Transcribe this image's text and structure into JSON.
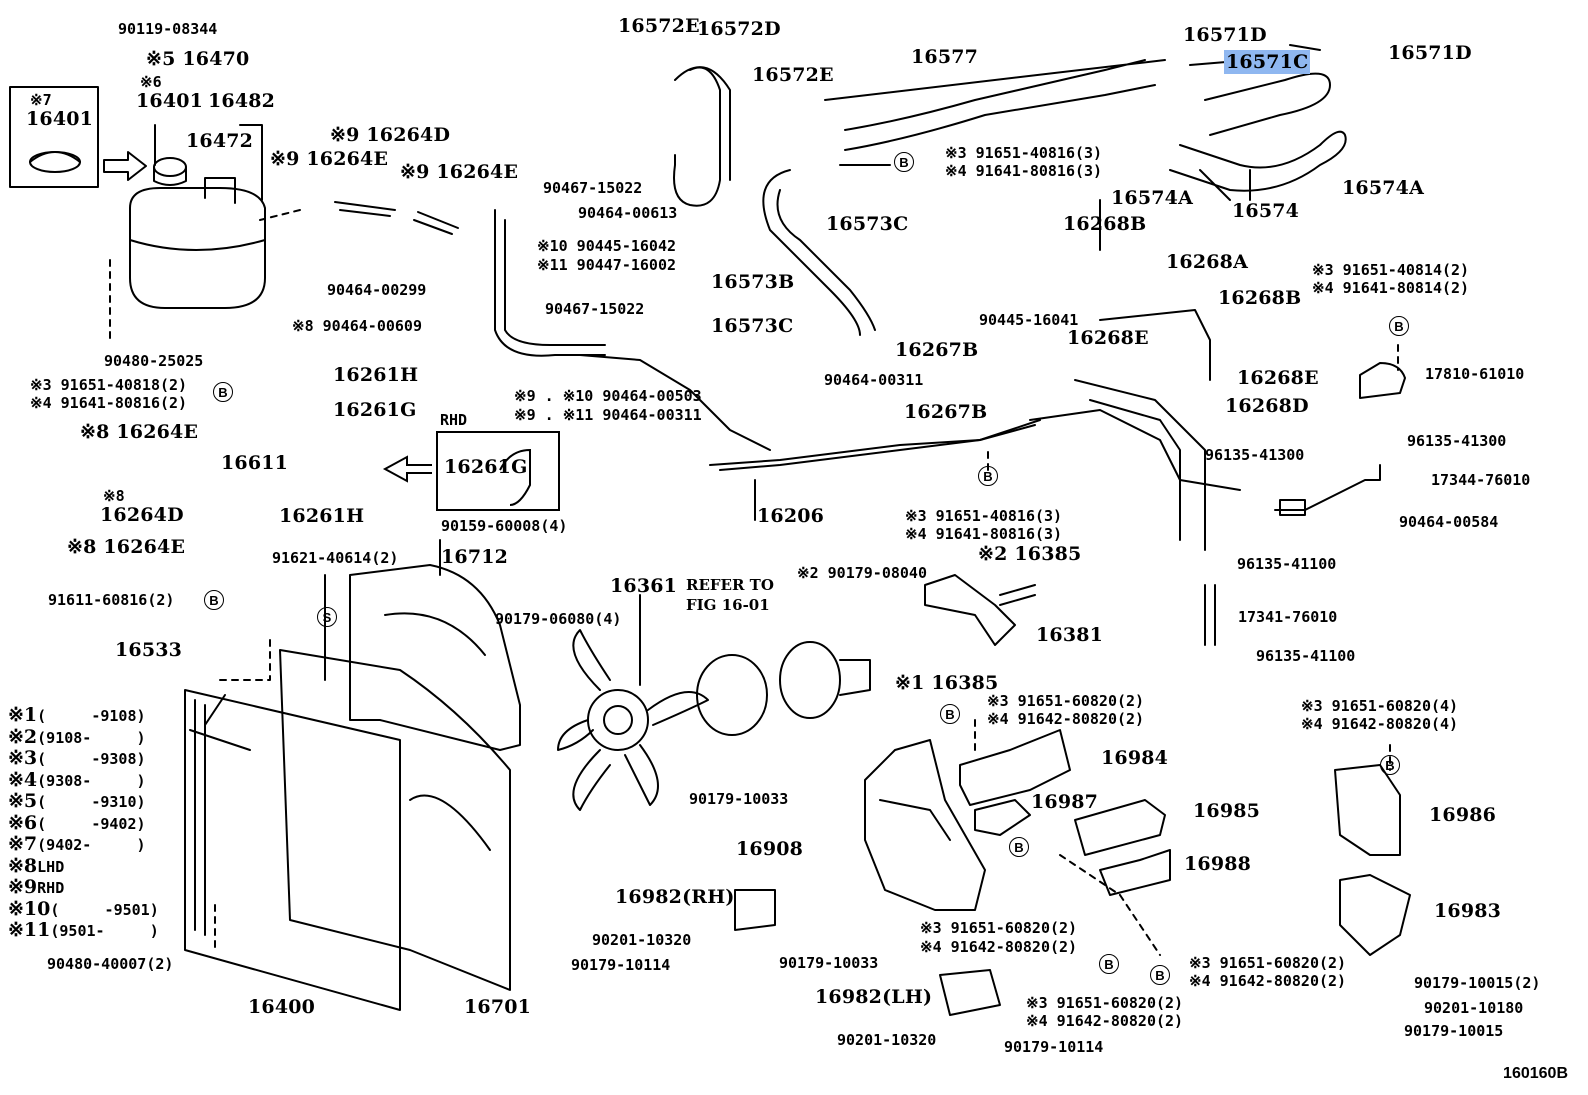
{
  "figure_code": "160160B",
  "callouts": [
    {
      "id": "c1",
      "text": "90119-08344"
    },
    {
      "id": "c2",
      "text": "※5 16470"
    },
    {
      "id": "c3",
      "text": "※6"
    },
    {
      "id": "c4",
      "text": "16401"
    },
    {
      "id": "c5",
      "text": "16482"
    },
    {
      "id": "c6",
      "text": "※7"
    },
    {
      "id": "c7",
      "text": "16401"
    },
    {
      "id": "c8",
      "text": "16472"
    },
    {
      "id": "c9",
      "text": "※9 16264D"
    },
    {
      "id": "c10",
      "text": "※9 16264E"
    },
    {
      "id": "c11",
      "text": "※9 16264E"
    },
    {
      "id": "c12",
      "text": "90467-15022"
    },
    {
      "id": "c13",
      "text": "90464-00613"
    },
    {
      "id": "c14",
      "text": "※10 90445-16042"
    },
    {
      "id": "c15",
      "text": "※11 90447-16002"
    },
    {
      "id": "c16",
      "text": "90464-00299"
    },
    {
      "id": "c17",
      "text": "90467-15022"
    },
    {
      "id": "c18",
      "text": "※8 90464-00609"
    },
    {
      "id": "c19",
      "text": "90480-25025"
    },
    {
      "id": "c20",
      "text": "※3 91651-40818(2)"
    },
    {
      "id": "c21",
      "text": "※4 91641-80816(2)"
    },
    {
      "id": "c22",
      "text": "16261H"
    },
    {
      "id": "c23",
      "text": "16261G"
    },
    {
      "id": "c24",
      "text": "※9 . ※10 90464-00503"
    },
    {
      "id": "c25",
      "text": "※9 . ※11 90464-00311"
    },
    {
      "id": "c26",
      "text": "※8 16264E"
    },
    {
      "id": "c27",
      "text": "16611"
    },
    {
      "id": "c28",
      "text": "RHD"
    },
    {
      "id": "c29",
      "text": "16261G"
    },
    {
      "id": "c30",
      "text": "16261H"
    },
    {
      "id": "c31",
      "text": "※8"
    },
    {
      "id": "c32",
      "text": "16264D"
    },
    {
      "id": "c33",
      "text": "※8 16264E"
    },
    {
      "id": "c34",
      "text": "91611-60816(2)"
    },
    {
      "id": "c35",
      "text": "90159-60008(4)"
    },
    {
      "id": "c36",
      "text": "91621-40614(2)"
    },
    {
      "id": "c37",
      "text": "16712"
    },
    {
      "id": "c38",
      "text": "16533"
    },
    {
      "id": "c39",
      "text": "16572E"
    },
    {
      "id": "c40",
      "text": "16572D"
    },
    {
      "id": "c41",
      "text": "16572E"
    },
    {
      "id": "c42",
      "text": "16577"
    },
    {
      "id": "c43",
      "text": "16571D"
    },
    {
      "id": "c44",
      "text": "16571C"
    },
    {
      "id": "c45",
      "text": "16571D"
    },
    {
      "id": "c46",
      "text": "※3 91651-40816(3)"
    },
    {
      "id": "c47",
      "text": "※4 91641-80816(3)"
    },
    {
      "id": "c48",
      "text": "16574A"
    },
    {
      "id": "c49",
      "text": "16574"
    },
    {
      "id": "c50",
      "text": "16574A"
    },
    {
      "id": "c51",
      "text": "16573C"
    },
    {
      "id": "c52",
      "text": "16268B"
    },
    {
      "id": "c53",
      "text": "16268A"
    },
    {
      "id": "c54",
      "text": "16573B"
    },
    {
      "id": "c55",
      "text": "16268B"
    },
    {
      "id": "c56",
      "text": "※3 91651-40814(2)"
    },
    {
      "id": "c57",
      "text": "※4 91641-80814(2)"
    },
    {
      "id": "c58",
      "text": "16573C"
    },
    {
      "id": "c59",
      "text": "90445-16041"
    },
    {
      "id": "c60",
      "text": "16268E"
    },
    {
      "id": "c61",
      "text": "16267B"
    },
    {
      "id": "c62",
      "text": "90464-00311"
    },
    {
      "id": "c63",
      "text": "16268E"
    },
    {
      "id": "c64",
      "text": "17810-61010"
    },
    {
      "id": "c65",
      "text": "16267B"
    },
    {
      "id": "c66",
      "text": "16268D"
    },
    {
      "id": "c67",
      "text": "96135-41300"
    },
    {
      "id": "c68",
      "text": "96135-41300"
    },
    {
      "id": "c69",
      "text": "17344-76010"
    },
    {
      "id": "c70",
      "text": "16206"
    },
    {
      "id": "c71",
      "text": "※3 91651-40816(3)"
    },
    {
      "id": "c72",
      "text": "※4 91641-80816(3)"
    },
    {
      "id": "c73",
      "text": "90464-00584"
    },
    {
      "id": "c74",
      "text": "※2 16385"
    },
    {
      "id": "c75",
      "text": "96135-41100"
    },
    {
      "id": "c76",
      "text": "16361"
    },
    {
      "id": "c77",
      "text": "REFER TO"
    },
    {
      "id": "c78",
      "text": "FIG 16-01"
    },
    {
      "id": "c79",
      "text": "※2 90179-08040"
    },
    {
      "id": "c80",
      "text": "90179-06080(4)"
    },
    {
      "id": "c81",
      "text": "17341-76010"
    },
    {
      "id": "c82",
      "text": "16381"
    },
    {
      "id": "c83",
      "text": "96135-41100"
    },
    {
      "id": "c84",
      "text": "※1 16385"
    },
    {
      "id": "c85",
      "text": "※3 91651-60820(2)"
    },
    {
      "id": "c86",
      "text": "※4 91642-80820(2)"
    },
    {
      "id": "c87",
      "text": "※3 91651-60820(4)"
    },
    {
      "id": "c88",
      "text": "※4 91642-80820(4)"
    },
    {
      "id": "c89",
      "text": "16984"
    },
    {
      "id": "c90",
      "text": "90179-10033"
    },
    {
      "id": "c91",
      "text": "16987"
    },
    {
      "id": "c92",
      "text": "16985"
    },
    {
      "id": "c93",
      "text": "16986"
    },
    {
      "id": "c94",
      "text": "16908"
    },
    {
      "id": "c95",
      "text": "16988"
    },
    {
      "id": "c96",
      "text": "16982(RH)"
    },
    {
      "id": "c97",
      "text": "16983"
    },
    {
      "id": "c98",
      "text": "※3 91651-60820(2)"
    },
    {
      "id": "c99",
      "text": "※4 91642-80820(2)"
    },
    {
      "id": "c100",
      "text": "90201-10320"
    },
    {
      "id": "c101",
      "text": "90179-10114"
    },
    {
      "id": "c102",
      "text": "90179-10033"
    },
    {
      "id": "c103",
      "text": "※3 91651-60820(2)"
    },
    {
      "id": "c104",
      "text": "※4 91642-80820(2)"
    },
    {
      "id": "c105",
      "text": "90179-10015(2)"
    },
    {
      "id": "c106",
      "text": "90480-40007(2)"
    },
    {
      "id": "c107",
      "text": "16400"
    },
    {
      "id": "c108",
      "text": "16701"
    },
    {
      "id": "c109",
      "text": "16982(LH)"
    },
    {
      "id": "c110",
      "text": "90201-10180"
    },
    {
      "id": "c111",
      "text": "※3 91651-60820(2)"
    },
    {
      "id": "c112",
      "text": "※4 91642-80820(2)"
    },
    {
      "id": "c113",
      "text": "90179-10015"
    },
    {
      "id": "c114",
      "text": "90201-10320"
    },
    {
      "id": "c115",
      "text": "90179-10114"
    }
  ],
  "ref_marks": {
    "b": "B",
    "s": "S"
  },
  "legend": [
    {
      "mark": "※1",
      "range": "(     -9108)"
    },
    {
      "mark": "※2",
      "range": "(9108-     )"
    },
    {
      "mark": "※3",
      "range": "(     -9308)"
    },
    {
      "mark": "※4",
      "range": "(9308-     )"
    },
    {
      "mark": "※5",
      "range": "(     -9310)"
    },
    {
      "mark": "※6",
      "range": "(     -9402)"
    },
    {
      "mark": "※7",
      "range": "(9402-     )"
    },
    {
      "mark": "※8",
      "range": "LHD"
    },
    {
      "mark": "※9",
      "range": "RHD"
    },
    {
      "mark": "※10",
      "range": "(     -9501)"
    },
    {
      "mark": "※11",
      "range": "(9501-     )"
    }
  ]
}
